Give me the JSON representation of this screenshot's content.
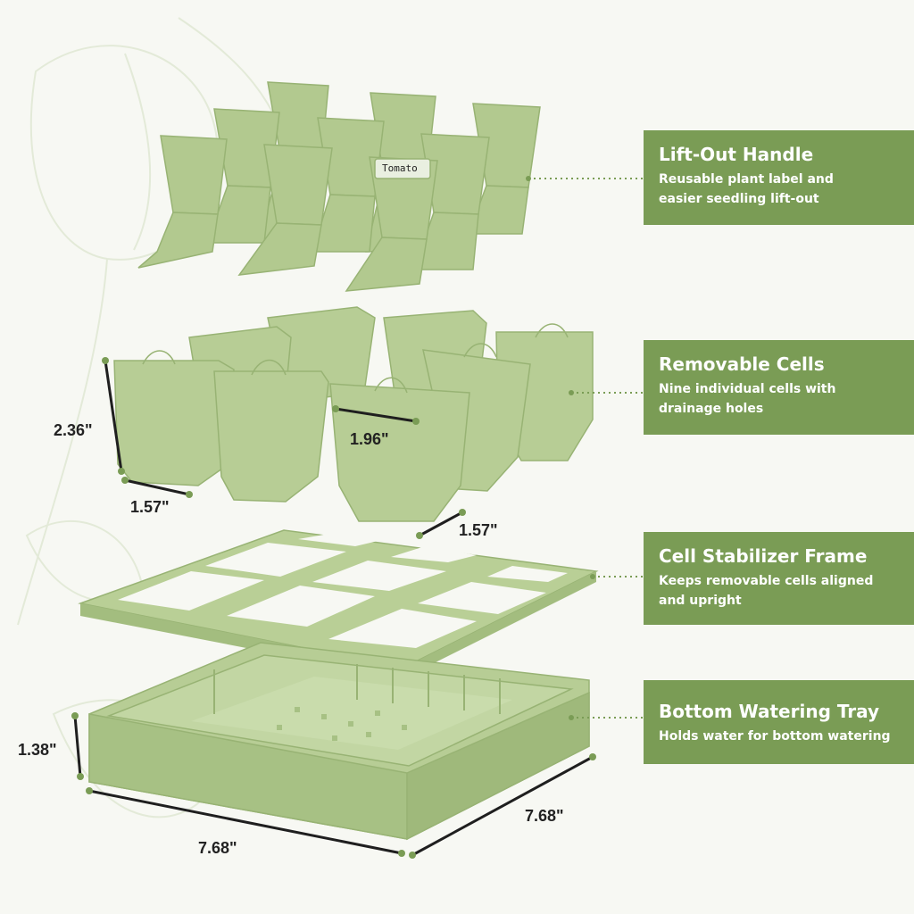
{
  "plant_label": "Tomato",
  "callouts": [
    {
      "title": "Lift-Out Handle",
      "lines": [
        "Reusable plant label and",
        "easier seedling lift-out"
      ]
    },
    {
      "title": "Removable Cells",
      "lines": [
        "Nine individual cells with",
        "drainage holes"
      ]
    },
    {
      "title": "Cell Stabilizer Frame",
      "lines": [
        "Keeps removable cells aligned",
        "and upright"
      ]
    },
    {
      "title": "Bottom Watering Tray",
      "lines": [
        "Holds water for bottom watering"
      ]
    }
  ],
  "dimensions": {
    "cell_height": "2.36\"",
    "cell_width_left": "1.57\"",
    "cell_top": "1.96\"",
    "cell_width_right": "1.57\"",
    "tray_height": "1.38\"",
    "tray_width_front": "7.68\"",
    "tray_width_side": "7.68\""
  },
  "colors": {
    "background": "#f7f8f3",
    "product_green": "#b5cc94",
    "callout_green": "#7a9c55",
    "dimension_dot": "#7a9c55"
  }
}
